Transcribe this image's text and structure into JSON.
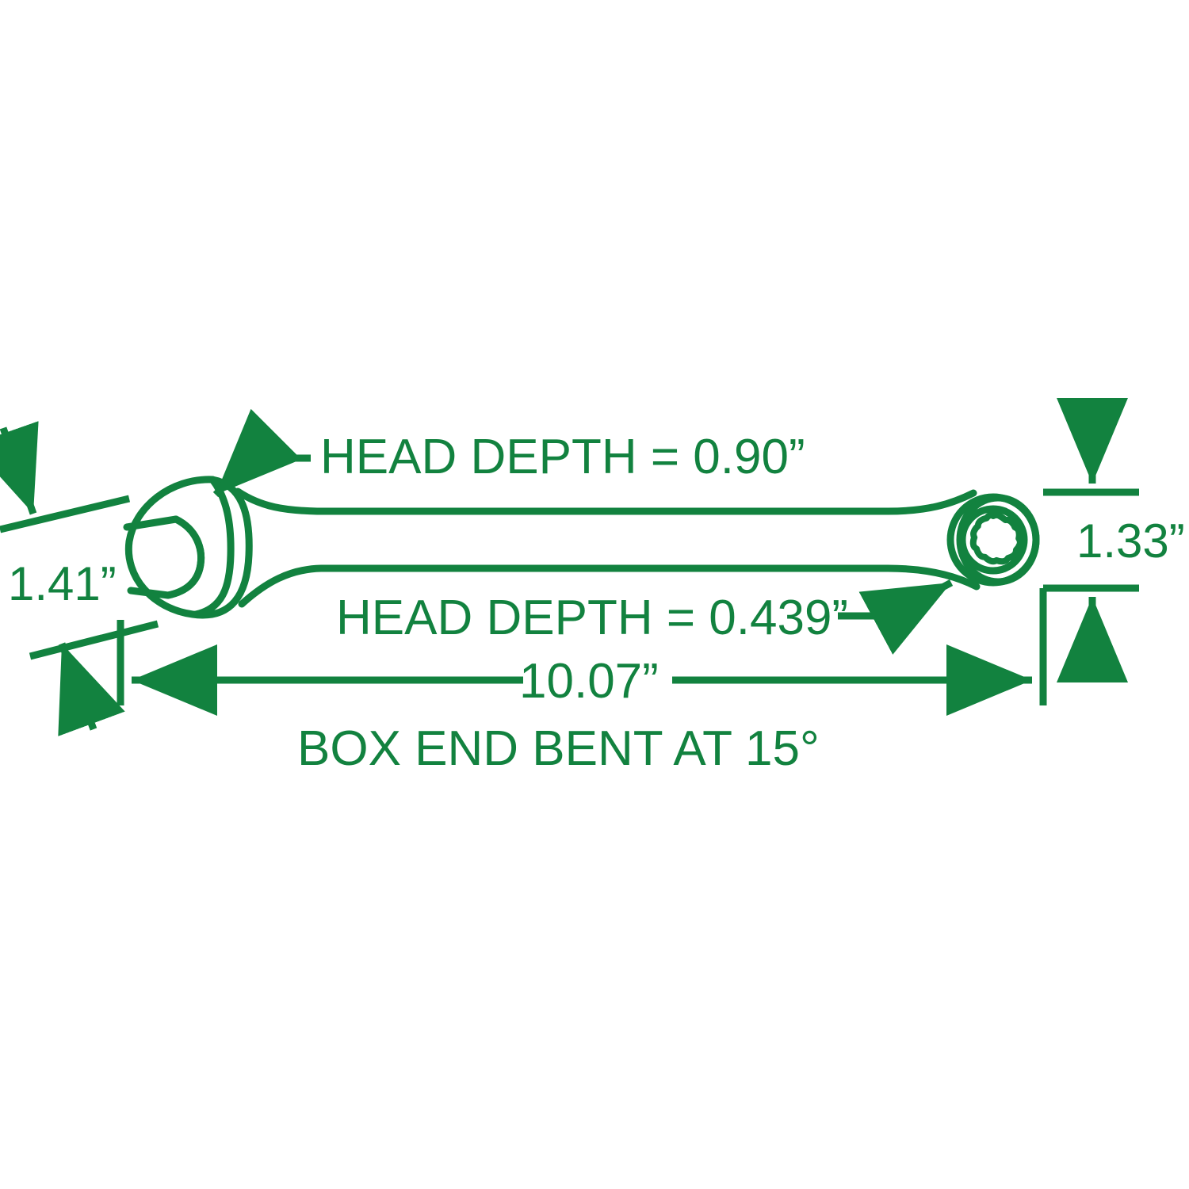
{
  "drawing": {
    "subject": "combination-wrench",
    "accent_color": "#12823f",
    "background_color": "#ffffff",
    "line_weight": 9
  },
  "annotations": {
    "head_depth_open": {
      "label": "HEAD DEPTH = 0.90”",
      "value": "0.90",
      "unit": "”",
      "target": "open-end-head"
    },
    "head_depth_box": {
      "label": "HEAD DEPTH = 0.439”",
      "value": "0.439",
      "unit": "”",
      "target": "box-end-head"
    },
    "overall_length": {
      "label": "10.07”",
      "value": "10.07",
      "unit": "”"
    },
    "open_end_width": {
      "label": "1.41”",
      "value": "1.41",
      "unit": "”"
    },
    "box_end_width": {
      "label": "1.33”",
      "value": "1.33",
      "unit": "”"
    },
    "bend_note": {
      "label": "BOX END BENT AT 15°",
      "angle": "15",
      "unit": "°"
    }
  },
  "icons": {
    "open_end_jaw": "open-end-jaw-icon",
    "box_end_ring": "box-end-ring-icon",
    "arrow": "arrow-icon"
  }
}
